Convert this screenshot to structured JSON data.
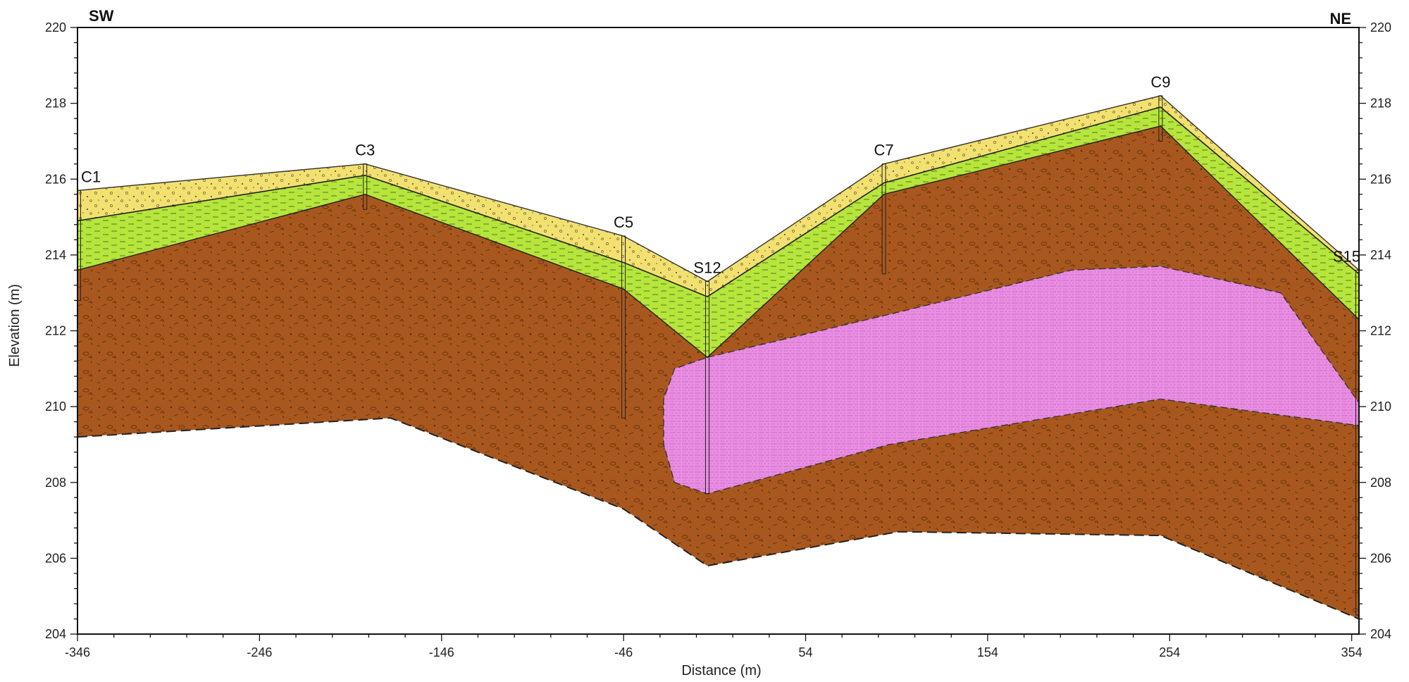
{
  "directions": {
    "left": "SW",
    "right": "NE"
  },
  "axes": {
    "xlabel": "Distance (m)",
    "ylabel": "Elevation (m)",
    "xlim": [
      -346,
      358
    ],
    "ylim": [
      204,
      220
    ],
    "xticks": [
      "-346",
      "-246",
      "-146",
      "-46",
      "54",
      "154",
      "254",
      "354"
    ],
    "yticks": [
      "220",
      "218",
      "216",
      "214",
      "212",
      "210",
      "208",
      "206",
      "204"
    ]
  },
  "colors": {
    "sand_yellow": "#f2e170",
    "green_silt": "#b6e53c",
    "brown_till": "#a8581e",
    "pink_lens": "#ea8ee4"
  },
  "boreholes": [
    {
      "label": "C1",
      "x": -346,
      "top": 215.7,
      "bottom": 212.8
    },
    {
      "label": "C3",
      "x": -188,
      "top": 216.4,
      "bottom": 215.2
    },
    {
      "label": "C5",
      "x": -46,
      "top": 214.5,
      "bottom": 209.7
    },
    {
      "label": "S12",
      "x": 0,
      "top": 213.3,
      "bottom": 207.7
    },
    {
      "label": "C7",
      "x": 97,
      "top": 216.4,
      "bottom": 213.5
    },
    {
      "label": "C9",
      "x": 249,
      "top": 218.2,
      "bottom": 217.0
    },
    {
      "label": "S15",
      "x": 358,
      "top": 213.6,
      "bottom": 204.5
    }
  ],
  "layers": {
    "ground_surface": [
      [
        -346,
        215.7
      ],
      [
        -188,
        216.4
      ],
      [
        -46,
        214.5
      ],
      [
        0,
        213.3
      ],
      [
        97,
        216.4
      ],
      [
        249,
        218.2
      ],
      [
        358,
        213.6
      ]
    ],
    "sand_base": [
      [
        -346,
        214.9
      ],
      [
        -188,
        216.1
      ],
      [
        -46,
        213.8
      ],
      [
        0,
        212.9
      ],
      [
        97,
        215.9
      ],
      [
        249,
        217.9
      ],
      [
        358,
        213.5
      ]
    ],
    "silt_base": [
      [
        -346,
        213.6
      ],
      [
        -188,
        215.6
      ],
      [
        -46,
        213.1
      ],
      [
        0,
        211.3
      ],
      [
        97,
        215.6
      ],
      [
        249,
        217.4
      ],
      [
        358,
        212.3
      ]
    ],
    "till_base": [
      [
        -346,
        209.2
      ],
      [
        -174,
        209.7
      ],
      [
        -46,
        207.3
      ],
      [
        0,
        205.8
      ],
      [
        105,
        206.7
      ],
      [
        249,
        206.6
      ],
      [
        358,
        204.4
      ]
    ],
    "lens": [
      [
        0,
        211.3
      ],
      [
        97,
        212.4
      ],
      [
        200,
        213.6
      ],
      [
        249,
        213.7
      ],
      [
        315,
        213.0
      ],
      [
        358,
        210.1
      ],
      [
        358,
        209.5
      ],
      [
        249,
        210.2
      ],
      [
        100,
        209.0
      ],
      [
        0,
        207.7
      ],
      [
        -18,
        208.0
      ],
      [
        -24,
        209.0
      ],
      [
        -24,
        210.2
      ],
      [
        -18,
        211.0
      ]
    ]
  }
}
